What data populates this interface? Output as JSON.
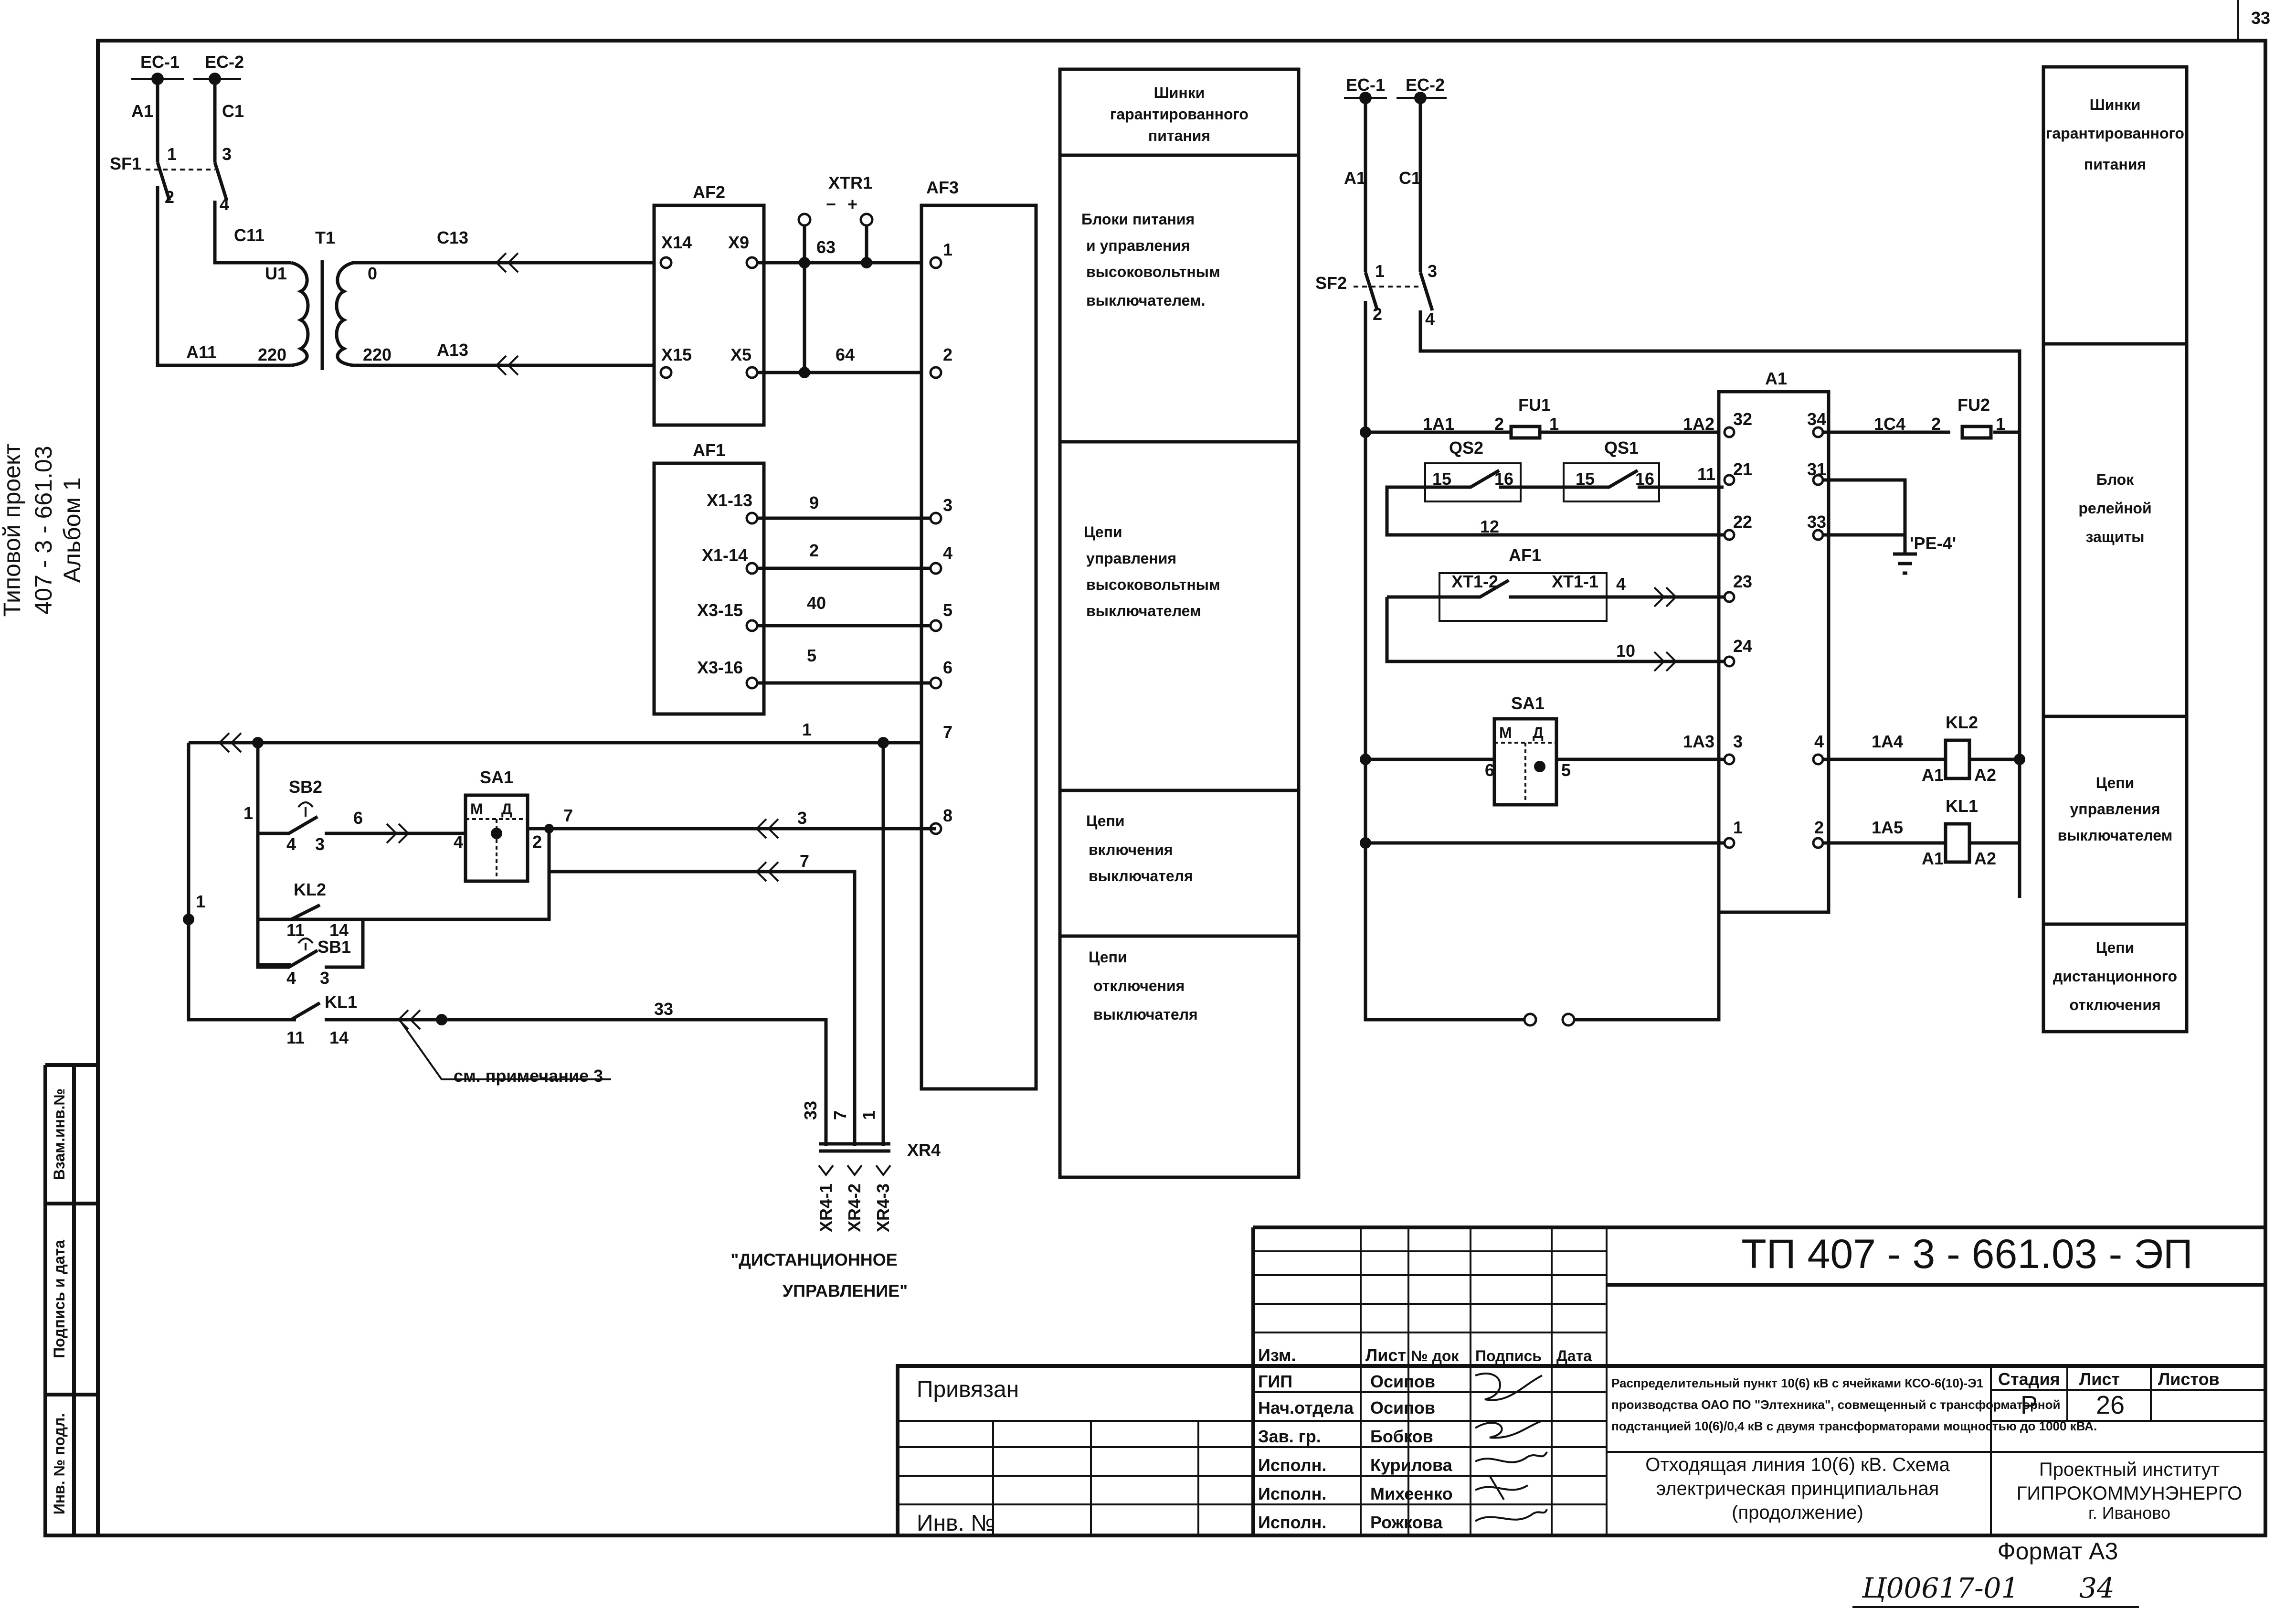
{
  "sheet": {
    "number": "33"
  },
  "side": {
    "line1": "Типовой проект",
    "line2": "407 - 3 - 661.03",
    "line3": "Альбом 1",
    "stamp1": "Взам.инв.№",
    "stamp2": "Подпись и дата",
    "stamp3": "Инв. № подл."
  },
  "left": {
    "ec1": "EC-1",
    "ec2": "EC-2",
    "a1": "A1",
    "c1": "C1",
    "sf1": "SF1",
    "n1": "1",
    "n2": "2",
    "n3": "3",
    "n4": "4",
    "c11": "C11",
    "a11": "A11",
    "t1": "T1",
    "u1": "U1",
    "zero": "0",
    "v220a": "220",
    "v220b": "220",
    "c13": "C13",
    "a13": "A13",
    "af2": "AF2",
    "x14": "X14",
    "x9": "X9",
    "x15": "X15",
    "x5": "X5",
    "xtr1": "XTR1",
    "minus": "−",
    "plus": "+",
    "w63": "63",
    "w64": "64",
    "af3": "AF3",
    "p1": "1",
    "p2": "2",
    "p3": "3",
    "p4": "4",
    "p5": "5",
    "p6": "6",
    "p7": "7",
    "p8": "8",
    "af1": "AF1",
    "x113": "X1-13",
    "x114": "X1-14",
    "x315": "X3-15",
    "x316": "X3-16",
    "w9": "9",
    "w2": "2",
    "w40": "40",
    "w5": "5",
    "w1": "1",
    "n1b": "1",
    "n1c": "1",
    "sb2": "SB2",
    "n4a": "4",
    "n3a": "3",
    "w6": "6",
    "sa1": "SA1",
    "m": "М",
    "d": "Д",
    "n4b": "4",
    "n2b": "2",
    "w7": "7",
    "w3": "3",
    "w7b": "7",
    "kl2": "KL2",
    "n11a": "11",
    "n14a": "14",
    "sb1": "SB1",
    "n4c": "4",
    "n3c": "3",
    "kl1": "KL1",
    "n11b": "11",
    "n14b": "14",
    "w33": "33",
    "note": "см. примечание 3",
    "r33": "33",
    "r7": "7",
    "r1": "1",
    "xr4": "XR4",
    "xr41": "XR4-1",
    "xr42": "XR4-2",
    "xr43": "XR4-3",
    "remote1": "\"ДИСТАНЦИОННОЕ",
    "remote2": "УПРАВЛЕНИЕ\""
  },
  "mid": {
    "b1l1": "Шинки",
    "b1l2": "гарантированного",
    "b1l3": "питания",
    "b2l1": "Блоки питания",
    "b2l2": "и управления",
    "b2l3": "высоковольтным",
    "b2l4": "выключателем.",
    "b3l1": "Цепи",
    "b3l2": "управления",
    "b3l3": "высоковольтным",
    "b3l4": "выключателем",
    "b4l1": "Цепи",
    "b4l2": "включения",
    "b4l3": "выключателя",
    "b5l1": "Цепи",
    "b5l2": "отключения",
    "b5l3": "выключателя"
  },
  "right": {
    "ec1": "EC-1",
    "ec2": "EC-2",
    "a1": "A1",
    "c1": "C1",
    "sf2": "SF2",
    "n1": "1",
    "n2": "2",
    "n3": "3",
    "n4": "4",
    "a1a": "1A1",
    "fu1": "FU1",
    "fu1n2": "2",
    "fu1n1": "1",
    "a2a": "1A2",
    "a1block": "A1",
    "p32": "32",
    "p34": "34",
    "p21": "21",
    "p31": "31",
    "p22": "22",
    "p33": "33",
    "p23": "23",
    "p24": "24",
    "p3": "3",
    "p4": "4",
    "p1": "1",
    "p2": "2",
    "c4": "1C4",
    "fu2": "FU2",
    "fu2n2": "2",
    "fu2n1": "1",
    "qs2": "QS2",
    "qs1": "QS1",
    "q15a": "15",
    "q16a": "16",
    "q15b": "15",
    "q16b": "16",
    "w11": "11",
    "w12": "12",
    "pe4": "'PE-4'",
    "af1": "AF1",
    "xt12": "XT1-2",
    "xt11": "XT1-1",
    "w4": "4",
    "w10": "10",
    "sa1": "SA1",
    "m": "М",
    "d": "Д",
    "n6": "6",
    "n5": "5",
    "a3": "1A3",
    "a4": "1A4",
    "a5": "1A5",
    "kl2": "KL2",
    "kl1": "KL1",
    "a1c": "A1",
    "a2c": "A2",
    "a1d": "A1",
    "a2d": "A2"
  },
  "rgt": {
    "b1l1": "Шинки",
    "b1l2": "гарантированного",
    "b1l3": "питания",
    "b2l1": "Блок",
    "b2l2": "релейной",
    "b2l3": "защиты",
    "b3l1": "Цепи",
    "b3l2": "управления",
    "b3l3": "выключателем",
    "b4l1": "Цепи",
    "b4l2": "дистанционного",
    "b4l3": "отключения"
  },
  "tb": {
    "izm": "Изм.",
    "list": "Лист",
    "ndok": "№ док",
    "podpis": "Подпись",
    "data": "Дата",
    "privyazan": "Привязан",
    "inv": "Инв. №",
    "r1role": "ГИП",
    "r1name": "Осипов",
    "r2role": "Нач.отдела",
    "r2name": "Осипов",
    "r3role": "Зав. гр.",
    "r3name": "Бобков",
    "r4role": "Исполн.",
    "r4name": "Курилова",
    "r5role": "Исполн.",
    "r5name": "Михеенко",
    "r6role": "Исполн.",
    "r6name": "Рожкова",
    "code": "ТП 407 - 3 - 661.03 - ЭП",
    "desc1": "Распределительный пункт 10(6) кВ с ячейками КСО-6(10)-Э1",
    "desc2": "производства ОАО ПО \"Элтехника\", совмещенный с трансформаторной",
    "desc3": "подстанцией 10(6)/0,4 кВ с двумя трансформаторами мощностью до 1000 кВА.",
    "stadiya": "Стадия",
    "listh": "Лист",
    "listov": "Листов",
    "stage": "Р",
    "sheet": "26",
    "t1": "Отходящая линия 10(6) кВ. Схема",
    "t2": "электрическая принципиальная",
    "t3": "(продолжение)",
    "org1": "Проектный институт",
    "org2": "ГИПРОКОММУНЭНЕРГО",
    "org3": "г. Иваново",
    "format": "Формат А3",
    "hand1": "Ц00617-01",
    "hand2": "34"
  }
}
